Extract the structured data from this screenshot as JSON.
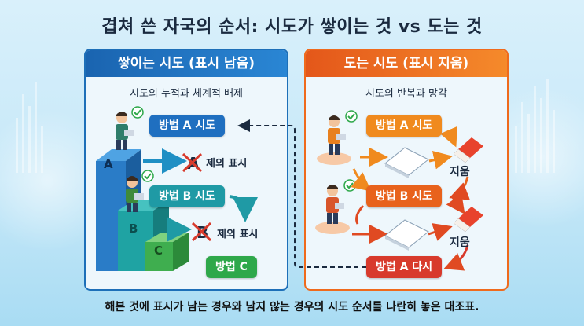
{
  "title": "겹쳐 쓴 자국의 순서: 시도가 쌓이는 것 vs 도는 것",
  "left_panel": {
    "header": "쌓이는 시도 (표시 남음)",
    "subtitle": "시도의 누적과 체계적 배제",
    "method_a": "방법 A 시도",
    "excluded_1": "제외 표시",
    "method_b": "방법 B 시도",
    "excluded_2": "제외 표시",
    "method_c": "방법 C",
    "block_letters": [
      "A",
      "B",
      "C"
    ]
  },
  "right_panel": {
    "header": "도는 시도 (표시 지움)",
    "subtitle": "시도의 반복과 망각",
    "method_a": "방법 A 시도",
    "erase_1": "지움",
    "method_b": "방법 B 시도",
    "erase_2": "지움",
    "method_a_again": "방법 A 다시"
  },
  "caption": "해본 것에 표시가 남는 경우와 남지 않는 경우의 시도 순서를 나란히 놓은 대조표.",
  "colors": {
    "left_accent": "#1d6fb8",
    "right_accent": "#ef6a1c",
    "blue_pill": "#1f6fc0",
    "teal_pill": "#1f9aa5",
    "green_pill": "#2ea84a",
    "orange_pill": "#f08a1e",
    "deep_orange_pill": "#e8621c",
    "red_pill": "#d83a2c"
  }
}
